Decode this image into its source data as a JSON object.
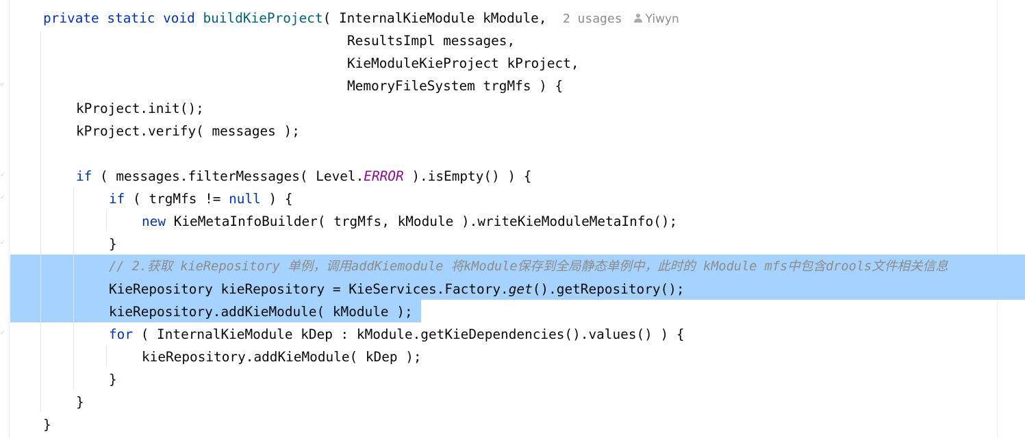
{
  "inlay_hints": {
    "usages": "2 usages",
    "author": "Yiwyn"
  },
  "code": {
    "l1_mod": "private static void",
    "l1_fn": "buildKieProject",
    "l1_params": "( InternalKieModule kModule,",
    "l2": "ResultsImpl messages,",
    "l3": "KieModuleKieProject kProject,",
    "l4": "MemoryFileSystem trgMfs ) {",
    "l5": "kProject.init();",
    "l6": "kProject.verify( messages );",
    "l8_kw": "if",
    "l8_a": " ( messages.filterMessages( Level.",
    "l8_field": "ERROR",
    "l8_b": " ).isEmpty() ) {",
    "l9_kw": "if",
    "l9_a": " ( trgMfs != ",
    "l9_null": "null",
    "l9_b": " ) {",
    "l10_kw": "new",
    "l10_a": " KieMetaInfoBuilder( trgMfs, kModule ).writeKieModuleMetaInfo();",
    "l11": "}",
    "l12_comment": "// 2.获取 kieRepository 单例，调用addKiemodule 将kModule保存到全局静态单例中，此时的 kModule mfs中包含drools文件相关信息",
    "l13_a": "KieRepository kieRepository = KieServices.Factory.",
    "l13_get": "get",
    "l13_b": "().getRepository();",
    "l14": "kieRepository.addKieModule( kModule );",
    "l15_kw": "for",
    "l15_a": " ( InternalKieModule kDep : kModule.getKieDependencies().values() ) {",
    "l16": "kieRepository.addKieModule( kDep );",
    "l17": "}",
    "l18": "}",
    "l19": "}"
  },
  "colors": {
    "keyword": "#0033b3",
    "method_declaration": "#00627a",
    "static_field": "#871094",
    "comment": "#8c8c8c",
    "selection": "#a6d2ff",
    "text": "#080808"
  },
  "icons": {
    "author": "user-icon",
    "gutter": "fold-marker-icon"
  }
}
